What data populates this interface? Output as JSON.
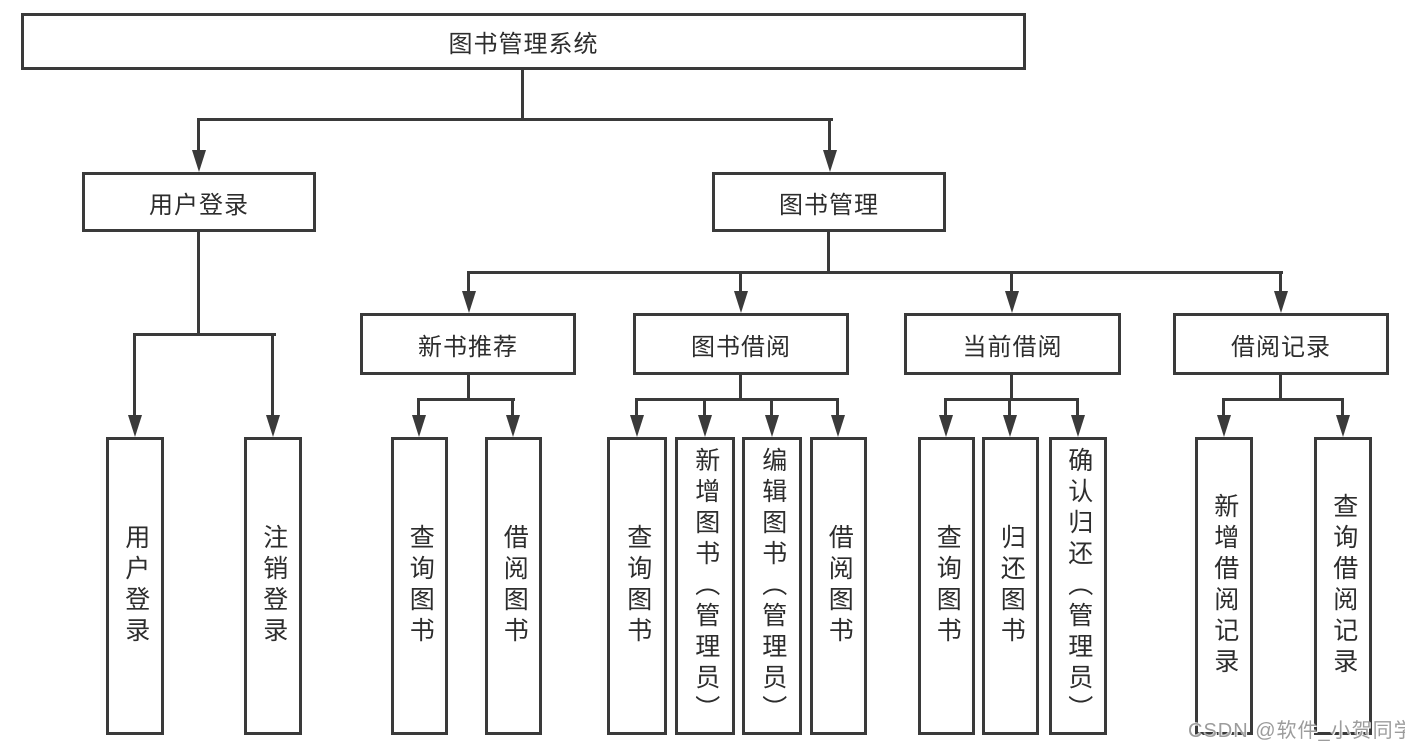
{
  "tree": {
    "root": "图书管理系统",
    "level2": [
      "用户登录",
      "图书管理"
    ],
    "level3": [
      "新书推荐",
      "图书借阅",
      "当前借阅",
      "借阅记录"
    ],
    "leaves": {
      "login": [
        "用户登录",
        "注销登录"
      ],
      "recommend": [
        "查询图书",
        "借阅图书"
      ],
      "borrow": [
        "查询图书",
        "新增图书（管理员）",
        "编辑图书（管理员）",
        "借阅图书"
      ],
      "current": [
        "查询图书",
        "归还图书",
        "确认归还（管理员）"
      ],
      "records": [
        "新增借阅记录",
        "查询借阅记录"
      ]
    }
  },
  "watermark": "CSDN @软件_小贺同学",
  "colors": {
    "line": "#3a3a3a",
    "text": "#2d2d2d",
    "watermark": "#9c9c9c",
    "background": "#ffffff"
  }
}
